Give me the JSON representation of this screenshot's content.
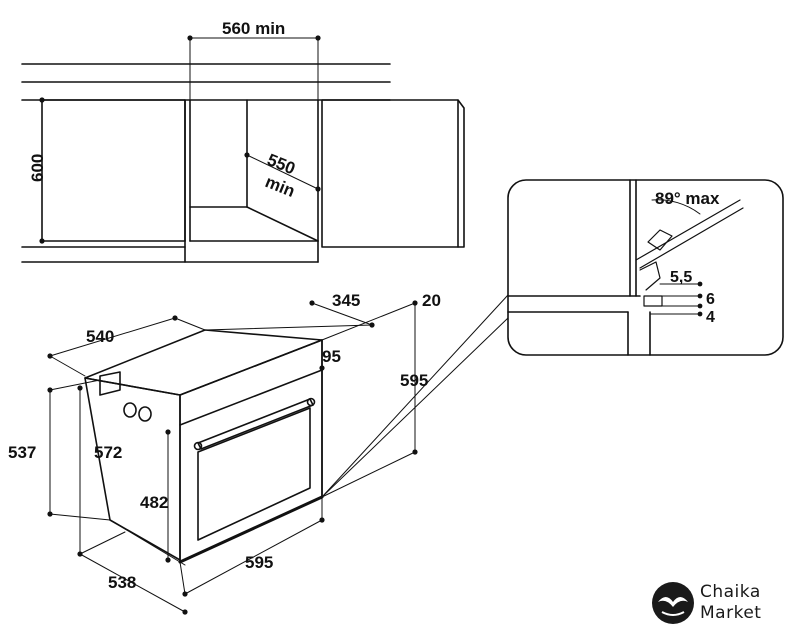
{
  "top_view": {
    "niche_width": "560 min",
    "niche_depth_line1": "550",
    "niche_depth_line2": "min",
    "cabinet_height": "600"
  },
  "detail": {
    "door_angle": "89° max",
    "dim_5_5": "5,5",
    "dim_6": "6",
    "dim_4": "4"
  },
  "oven": {
    "depth_540": "540",
    "depth_345": "345",
    "dim_20": "20",
    "dim_95": "95",
    "height_595": "595",
    "height_537": "537",
    "height_572": "572",
    "door_height_482": "482",
    "width_595": "595",
    "depth_538": "538"
  },
  "brand": {
    "line1": "Chaika",
    "line2": "Market"
  }
}
